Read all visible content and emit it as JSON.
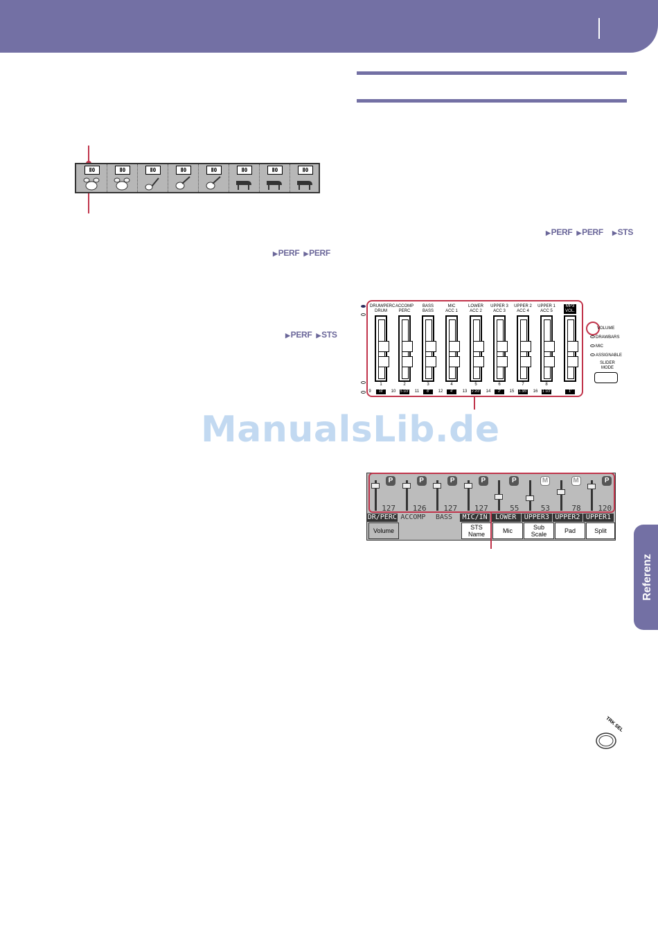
{
  "header": {
    "page_marker": ""
  },
  "perf_tags": {
    "right_top": [
      "PERF",
      "PERF",
      "STS"
    ],
    "left_1": [
      "PERF",
      "PERF"
    ],
    "left_2": [
      "PERF",
      "STS"
    ]
  },
  "track_strip": {
    "mode_label": "Ⅱ0",
    "tracks": [
      "drum",
      "drum",
      "bass",
      "guitar",
      "guitar",
      "piano",
      "piano",
      "piano"
    ]
  },
  "panel": {
    "top_labels": [
      [
        "DRUM/PERC",
        "DRUM"
      ],
      [
        "ACCOMP",
        "PERC"
      ],
      [
        "BASS",
        "BASS"
      ],
      [
        "MIC",
        "ACC 1"
      ],
      [
        "LOWER",
        "ACC 2"
      ],
      [
        "UPPER 3",
        "ACC 3"
      ],
      [
        "UPPER 2",
        "ACC 4"
      ],
      [
        "UPPER 1",
        "ACC 5"
      ],
      [
        "MP3",
        "VOL."
      ]
    ],
    "bottom_nums": [
      "1",
      "2",
      "3",
      "4",
      "5",
      "6",
      "7",
      "8",
      ""
    ],
    "bottom_sub_nums": [
      "9",
      "10",
      "11",
      "12",
      "13",
      "14",
      "15",
      "16",
      ""
    ],
    "bottom_boxes": [
      "16'",
      "5 1/3'",
      "8'",
      "4'",
      "2 2/3'",
      "2'",
      "1 3/5'",
      "1 1/3'",
      "1'"
    ],
    "modes": [
      "VOLUME",
      "DRAWBARS",
      "MIC",
      "ASSIGNABLE"
    ],
    "slider_mode": [
      "SLIDER",
      "MODE"
    ]
  },
  "display": {
    "channels": [
      {
        "badge": "P",
        "value": "127",
        "level": 0.1
      },
      {
        "badge": "P",
        "value": "126",
        "level": 0.1
      },
      {
        "badge": "P",
        "value": "127",
        "level": 0.1
      },
      {
        "badge": "P",
        "value": "127",
        "level": 0.1
      },
      {
        "badge": "P",
        "value": "55",
        "level": 0.55
      },
      {
        "badge": "M",
        "value": "53",
        "level": 0.6
      },
      {
        "badge": "M",
        "value": "78",
        "level": 0.35
      },
      {
        "badge": "P",
        "value": "120",
        "level": 0.15
      }
    ],
    "labels": [
      "DR/PERC",
      "ACCOMP",
      "BASS",
      "MIC/IN",
      "LOWER",
      "UPPER3",
      "UPPER2",
      "UPPER1"
    ],
    "buttons": [
      {
        "top": "Volume",
        "bottom": ""
      },
      {
        "top": "STS",
        "bottom": "Name"
      },
      {
        "top": "Mic",
        "bottom": ""
      },
      {
        "top": "Sub",
        "bottom": "Scale"
      },
      {
        "top": "Pad",
        "bottom": ""
      },
      {
        "top": "Split",
        "bottom": ""
      }
    ]
  },
  "trk_sel_label": "TRK SEL",
  "side_tab": "Referenz",
  "watermark": "ManualsLib.de",
  "colors": {
    "accent": "#7370a4",
    "callout": "#c0334a",
    "display_bg": "#bcbcbc"
  }
}
